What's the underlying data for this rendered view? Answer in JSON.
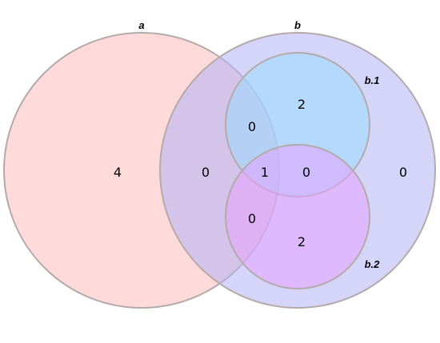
{
  "sets": {
    "a": {
      "label": "a",
      "color": "#ffbbbb"
    },
    "b": {
      "label": "b",
      "color": "#b3b3f5"
    },
    "b1": {
      "label": "b.1",
      "color": "#99ddff"
    },
    "b2": {
      "label": "b.2",
      "color": "#e5a3ff"
    }
  },
  "regions": {
    "a_only": "4",
    "a_b_only": "0",
    "a_b_b1": "0",
    "a_b_b1_b2": "1",
    "a_b_b2": "0",
    "b1_only": "2",
    "b1_b2": "0",
    "b2_only": "2",
    "b_only": "0"
  }
}
